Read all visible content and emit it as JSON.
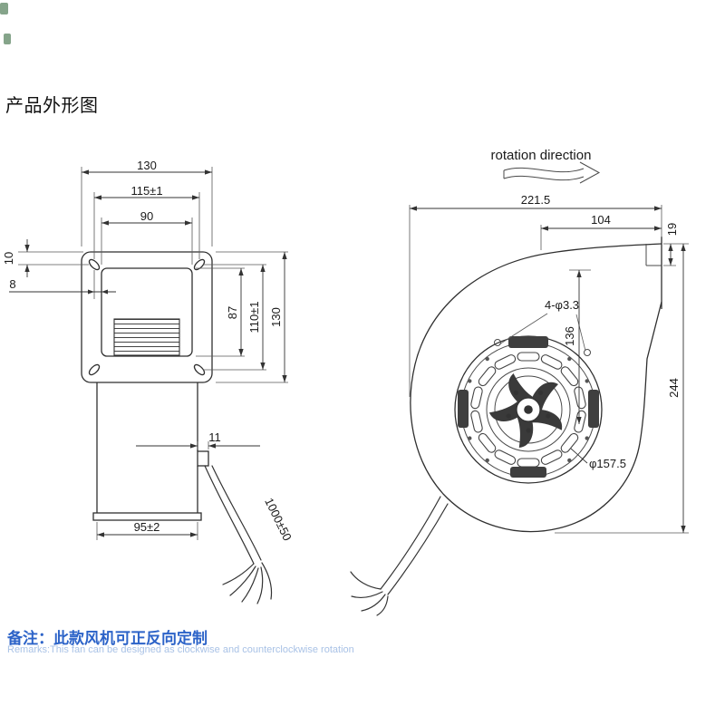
{
  "page": {
    "title": "产品外形图"
  },
  "colors": {
    "line": "#2f2f2f",
    "remark_zh_blue": "#2c63c8",
    "remark_en_blue": "#a9c2e6",
    "stamp_green": "#517e58"
  },
  "rotation": {
    "label": "rotation direction"
  },
  "front_view": {
    "dims": {
      "flange_width": "130",
      "hole_pitch_h": "115±1",
      "inlet_width": "90",
      "edge_to_hole": "10",
      "hole_to_inlet": "8",
      "inlet_height": "87",
      "hole_pitch_v": "110±1",
      "flange_height": "130",
      "gland_width": "11",
      "body_width": "95±2",
      "cable_length": "1000±50"
    }
  },
  "side_view": {
    "dims": {
      "overall_length": "221.5",
      "outlet_length": "104",
      "outlet_lip": "19",
      "mounting_holes": "4-φ3.3",
      "hole_height": "136",
      "overall_height": "244",
      "impeller_diameter": "φ157.5"
    }
  },
  "remarks": {
    "zh": "备注：此款风机可正反向定制",
    "en": "Remarks:This fan can be designed as clockwise and counterclockwise rotation"
  }
}
